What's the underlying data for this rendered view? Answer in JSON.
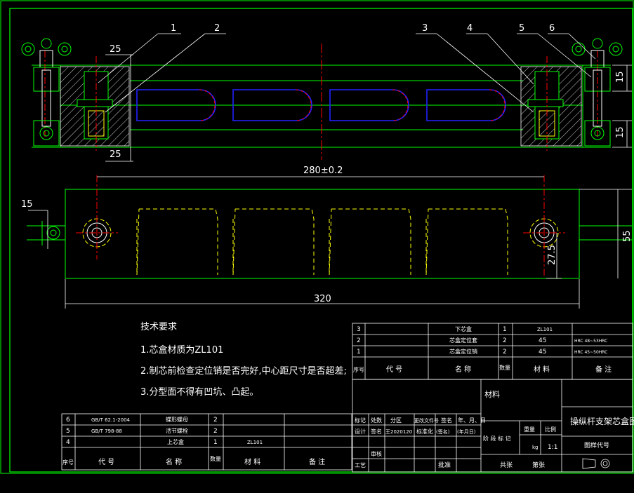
{
  "colors": {
    "background": "#000000",
    "frame": "#00ff00",
    "dimension": "#ffffff",
    "centerline": "#ff0000",
    "hidden": "#ffff00",
    "part_outline": "#0000ff",
    "hatch": "#ffffff"
  },
  "balloons": [
    "1",
    "2",
    "3",
    "4",
    "5",
    "6"
  ],
  "dimensions": {
    "d25_top": "25",
    "d25_bottom": "25",
    "d15_top": "15",
    "d15_bottom": "15",
    "d280": "280±0.2",
    "d15_left": "15",
    "d55": "55",
    "d27_5": "27.5",
    "d320": "320"
  },
  "tech_req": {
    "title": "技术要求",
    "items": [
      "1.芯盒材质为ZL101",
      "2.制芯前检查定位销是否完好,中心距尺寸是否超差;",
      "3.分型面不得有凹坑、凸起。"
    ]
  },
  "parts_top": {
    "rows": [
      {
        "no": "3",
        "code": "",
        "name": "下芯盒",
        "qty": "1",
        "material": "ZL101",
        "note": ""
      },
      {
        "no": "2",
        "code": "",
        "name": "芯盒定位套",
        "qty": "2",
        "material": "45",
        "note": "HRC 48~53HRC"
      },
      {
        "no": "1",
        "code": "",
        "name": "芯盒定位销",
        "qty": "2",
        "material": "45",
        "note": "HRC 45~50HRC"
      }
    ],
    "header": {
      "no": "序号",
      "code": "代 号",
      "name": "名 称",
      "qty": "数量",
      "material": "材 料",
      "note": "备 注"
    }
  },
  "parts_bottom": {
    "rows": [
      {
        "no": "6",
        "code": "GB/T 62.1-2004",
        "name": "蝶形螺母",
        "qty": "2",
        "material": "",
        "note": ""
      },
      {
        "no": "5",
        "code": "GB/T 798-88",
        "name": "活节螺栓",
        "qty": "2",
        "material": "",
        "note": ""
      },
      {
        "no": "4",
        "code": "",
        "name": "上芯盒",
        "qty": "1",
        "material": "ZL101",
        "note": ""
      }
    ],
    "header": {
      "no": "序号",
      "code": "代 号",
      "name": "名 称",
      "qty": "数量",
      "material": "材 料",
      "note": "备 注"
    }
  },
  "title_block": {
    "material_label": "材料",
    "drawing_title": "操纵杆支架芯盒图",
    "drawing_code": "图样代号",
    "rev_headers": [
      "标记",
      "处数",
      "分区",
      "更改文件号",
      "签名",
      "年、月、日"
    ],
    "design_row": [
      "设计",
      "签名",
      "王2020120",
      "标准化",
      "(签名)",
      "(年月日)"
    ],
    "review_row": [
      "审核",
      ""
    ],
    "process_row": [
      "工艺",
      "批准"
    ],
    "stage_labels": [
      "阶 段 标 记",
      "重量",
      "比例"
    ],
    "scale": "1:1",
    "weight_unit": "kg",
    "sheet_labels": [
      "共张",
      "第张"
    ]
  }
}
